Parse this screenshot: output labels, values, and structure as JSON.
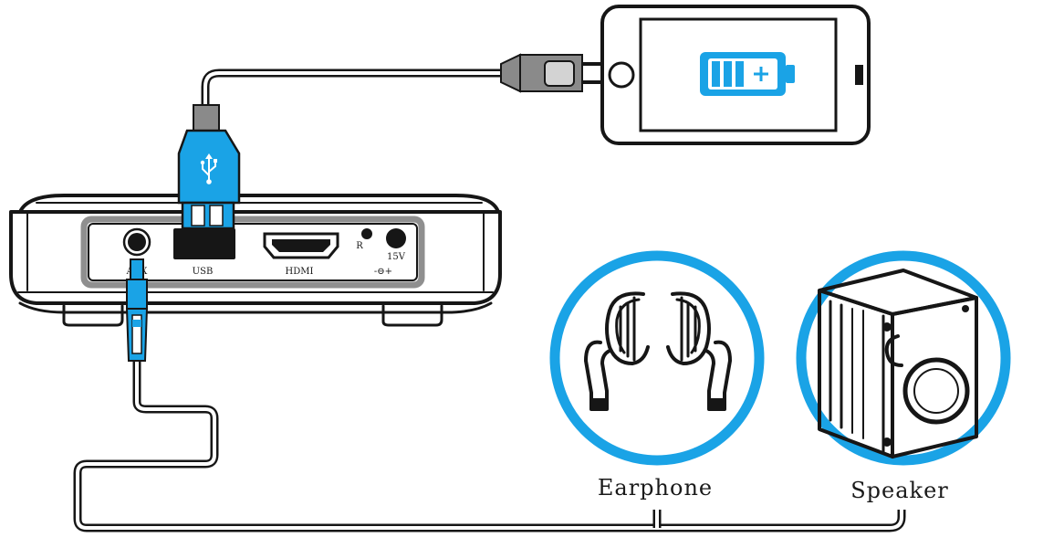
{
  "ports": {
    "aux": "AUX",
    "usb": "USB",
    "hdmi": "HDMI",
    "reset": "R",
    "power": "15V",
    "power_symbol": "-⊖+"
  },
  "devices": {
    "earphone_label": "Earphone",
    "speaker_label": "Speaker",
    "phone_battery_icon": "battery-charging-icon",
    "usb_icon": "usb-trident-icon"
  },
  "colors": {
    "accent": "#1aa3e6",
    "ink": "#161616",
    "plug_gray": "#8a8a8a"
  }
}
